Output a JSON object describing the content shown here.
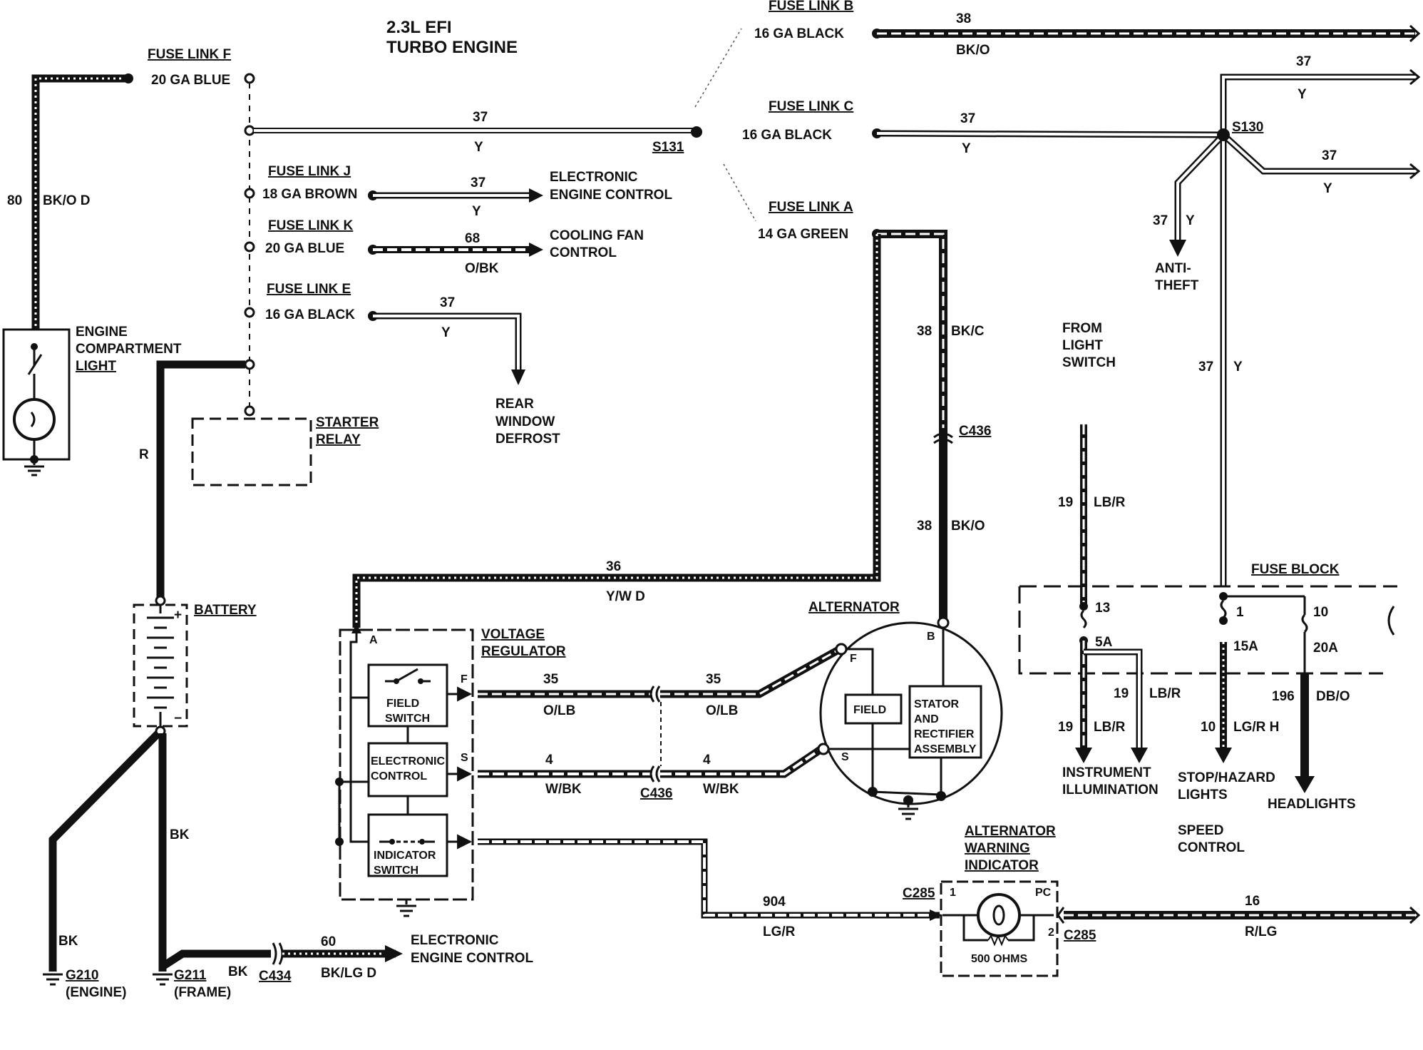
{
  "title": {
    "line1": "2.3L EFI",
    "line2": "TURBO ENGINE"
  },
  "fuse_links": {
    "b": {
      "name": "FUSE LINK B",
      "gauge": "16 GA BLACK"
    },
    "c": {
      "name": "FUSE LINK C",
      "gauge": "16 GA BLACK"
    },
    "a": {
      "name": "FUSE LINK A",
      "gauge": "14 GA GREEN"
    },
    "f": {
      "name": "FUSE LINK F",
      "gauge": "20 GA BLUE"
    },
    "j": {
      "name": "FUSE LINK J",
      "gauge": "18 GA BROWN"
    },
    "k": {
      "name": "FUSE LINK K",
      "gauge": "20 GA BLUE"
    },
    "e": {
      "name": "FUSE LINK E",
      "gauge": "16 GA BLACK"
    }
  },
  "wires": {
    "w80": {
      "num": "80",
      "color": "BK/O D"
    },
    "w37_main": {
      "num": "37",
      "color": "Y"
    },
    "w37_j": {
      "num": "37",
      "color": "Y"
    },
    "w68": {
      "num": "68",
      "color": "O/BK"
    },
    "w37_e": {
      "num": "37",
      "color": "Y"
    },
    "w38_b": {
      "num": "38",
      "color": "BK/O"
    },
    "w37_c": {
      "num": "37",
      "color": "Y"
    },
    "w37_r1": {
      "num": "37",
      "color": "Y"
    },
    "w37_r2": {
      "num": "37",
      "color": "Y"
    },
    "w37_at": {
      "num": "37",
      "color": "Y"
    },
    "w37_down": {
      "num": "37",
      "color": "Y"
    },
    "w38_up": {
      "num": "38",
      "color": "BK/C"
    },
    "w38_low": {
      "num": "38",
      "color": "BK/O"
    },
    "w36": {
      "num": "36",
      "color": "Y/W D"
    },
    "w35_a": {
      "num": "35",
      "color": "O/LB"
    },
    "w35_b": {
      "num": "35",
      "color": "O/LB"
    },
    "w4_a": {
      "num": "4",
      "color": "W/BK"
    },
    "w4_b": {
      "num": "4",
      "color": "W/BK"
    },
    "w904": {
      "num": "904",
      "color": "LG/R"
    },
    "w16": {
      "num": "16",
      "color": "R/LG"
    },
    "w60": {
      "num": "60",
      "color": "BK/LG D"
    },
    "w19_up": {
      "num": "19",
      "color": "LB/R"
    },
    "w19_a": {
      "num": "19",
      "color": "LB/R"
    },
    "w19_b": {
      "num": "19",
      "color": "LB/R"
    },
    "w10": {
      "num": "10",
      "color": "LG/R H"
    },
    "w196": {
      "num": "196",
      "color": "DB/O"
    },
    "r": {
      "color": "R"
    },
    "bk_main": {
      "color": "BK"
    },
    "bk_eng": {
      "color": "BK"
    },
    "bk_frame": {
      "color": "BK"
    }
  },
  "splices": {
    "s131": "S131",
    "s130": "S130"
  },
  "connectors": {
    "c436_top": "C436",
    "c436_bottom": "C436",
    "c434": "C434",
    "c285_left": "C285",
    "c285_right": "C285"
  },
  "destinations": {
    "eec_1": [
      "ELECTRONIC",
      "ENGINE CONTROL"
    ],
    "cooling": [
      "COOLING FAN",
      "CONTROL"
    ],
    "defrost": [
      "REAR",
      "WINDOW",
      "DEFROST"
    ],
    "anti_theft": [
      "ANTI-",
      "THEFT"
    ],
    "from_light": [
      "FROM",
      "LIGHT",
      "SWITCH"
    ],
    "instrument": [
      "INSTRUMENT",
      "ILLUMINATION"
    ],
    "stop_hazard": [
      "STOP/HAZARD",
      "LIGHTS"
    ],
    "speed": [
      "SPEED",
      "CONTROL"
    ],
    "headlights": "HEADLIGHTS",
    "eec_2": [
      "ELECTRONIC",
      "ENGINE CONTROL"
    ]
  },
  "components": {
    "engine_light": [
      "ENGINE",
      "COMPARTMENT",
      "LIGHT"
    ],
    "starter_relay": [
      "STARTER",
      "RELAY"
    ],
    "battery": "BATTERY",
    "battery_plus": "+",
    "battery_minus": "−",
    "voltage_regulator": [
      "VOLTAGE",
      "REGULATOR"
    ],
    "vr_term_a": "A",
    "vr_term_f": "F",
    "vr_term_s": "S",
    "field_switch": [
      "FIELD",
      "SWITCH"
    ],
    "electronic_control": [
      "ELECTRONIC",
      "CONTROL"
    ],
    "indicator_switch": [
      "INDICATOR",
      "SWITCH"
    ],
    "alternator": "ALTERNATOR",
    "alt_term_f": "F",
    "alt_term_b": "B",
    "alt_term_s": "S",
    "field": "FIELD",
    "stator": [
      "STATOR",
      "AND",
      "RECTIFIER",
      "ASSEMBLY"
    ],
    "warning_indicator": [
      "ALTERNATOR",
      "WARNING",
      "INDICATOR"
    ],
    "ind_pin1": "1",
    "ind_pin2": "2",
    "ind_pc": "PC",
    "ohms": "500 OHMS",
    "fuse_block": "FUSE BLOCK"
  },
  "fuses": {
    "f13": {
      "num": "13",
      "rating": "5A"
    },
    "f1": {
      "num": "1",
      "rating": "15A"
    },
    "f10": {
      "num": "10",
      "rating": "20A"
    }
  },
  "grounds": {
    "g210": {
      "id": "G210",
      "loc": "(ENGINE)"
    },
    "g211": {
      "id": "G211",
      "loc": "(FRAME)"
    }
  }
}
